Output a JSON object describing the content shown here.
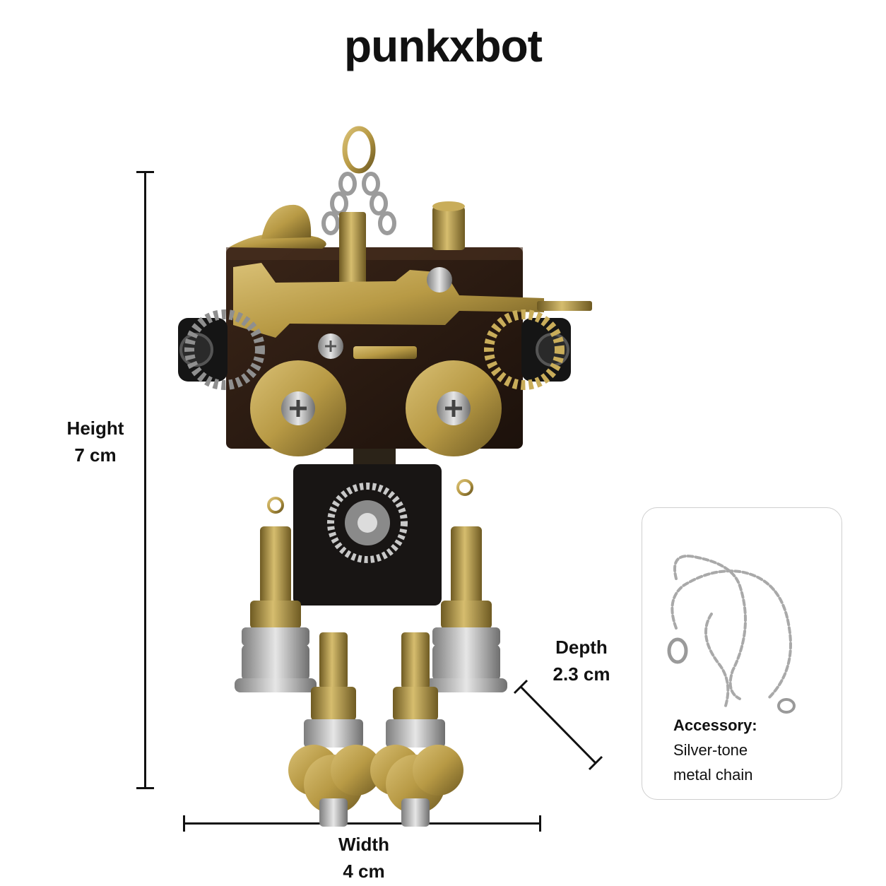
{
  "brand": "punkxbot",
  "dimensions": {
    "height": {
      "label": "Height",
      "value": "7 cm"
    },
    "width": {
      "label": "Width",
      "value": "4 cm"
    },
    "depth": {
      "label": "Depth",
      "value": "2.3 cm"
    }
  },
  "accessory": {
    "title": "Accessory:",
    "line1": "Silver-tone",
    "line2": "metal chain"
  },
  "colors": {
    "brass": "#b89a45",
    "brass_dark": "#7a6426",
    "wood": "#2a1a12",
    "body": "#181514",
    "silver": "#b9b9b9"
  }
}
